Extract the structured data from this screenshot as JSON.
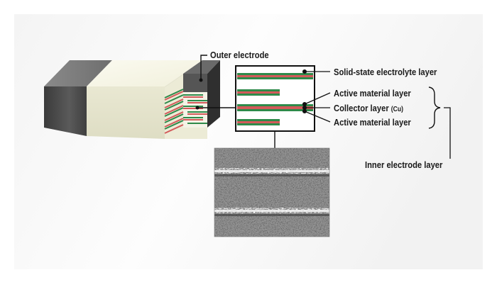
{
  "labels": {
    "outer_electrode": "Outer electrode",
    "solid_electrolyte": "Solid-state electrolyte layer",
    "active_material_top": "Active material layer",
    "collector": "Collector layer",
    "collector_unit": "(Cu)",
    "active_material_bottom": "Active material layer",
    "inner_electrode": "Inner electrode layer"
  },
  "colors": {
    "electrode_dark": "#4a4a4a",
    "body_cream": "#f3f2e4",
    "collector_red": "#d35a5a",
    "active_green": "#2e8a4a",
    "frame_black": "#111111"
  }
}
